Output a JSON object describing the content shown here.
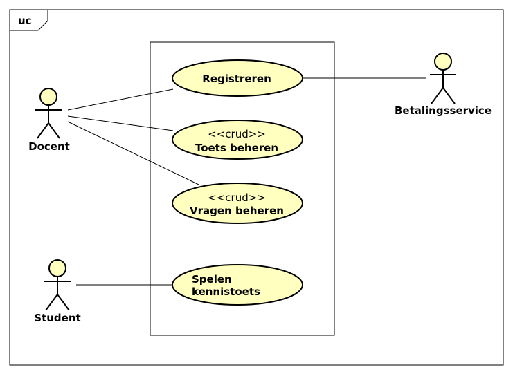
{
  "frame": {
    "tag": "uc"
  },
  "actors": [
    {
      "id": "docent",
      "name": "Docent"
    },
    {
      "id": "student",
      "name": "Student"
    },
    {
      "id": "betaling",
      "name": "Betalingsservice"
    }
  ],
  "use_cases": [
    {
      "id": "registreren",
      "stereotype": "",
      "lines": [
        "Registreren"
      ]
    },
    {
      "id": "toets",
      "stereotype": "<<crud>>",
      "lines": [
        "Toets beheren"
      ]
    },
    {
      "id": "vragen",
      "stereotype": "<<crud>>",
      "lines": [
        "Vragen beheren"
      ]
    },
    {
      "id": "spelen",
      "stereotype": "",
      "lines": [
        "Spelen",
        "kennistoets"
      ]
    }
  ],
  "associations": [
    {
      "from": "docent",
      "to": "registreren"
    },
    {
      "from": "docent",
      "to": "toets"
    },
    {
      "from": "docent",
      "to": "vragen"
    },
    {
      "from": "student",
      "to": "spelen"
    },
    {
      "from": "registreren",
      "to": "betaling"
    }
  ],
  "colors": {
    "fill": "#ffffc0",
    "stroke": "#000000"
  }
}
